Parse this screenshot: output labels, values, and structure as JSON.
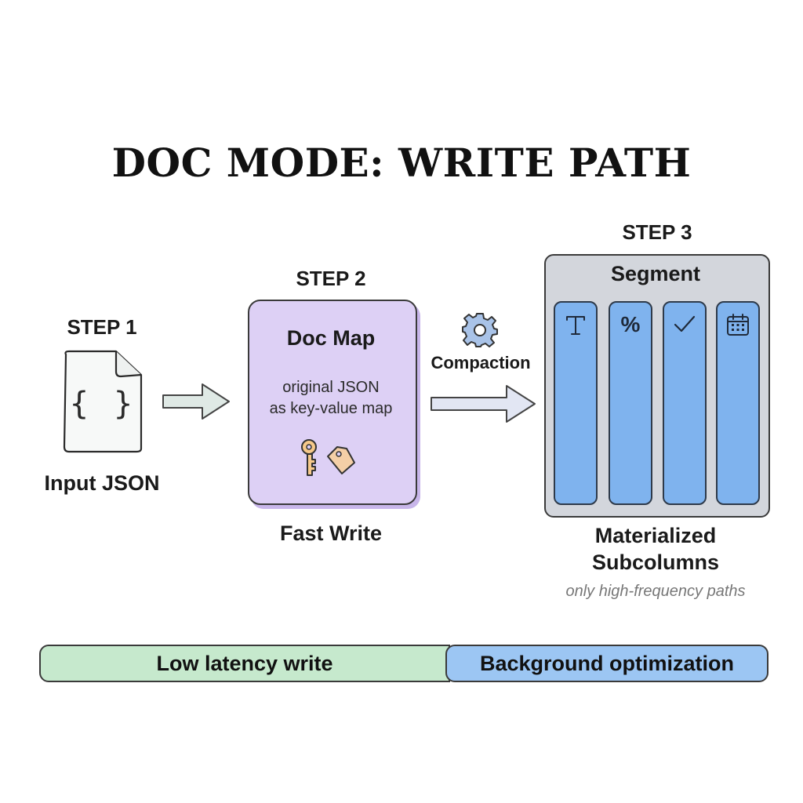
{
  "title": "DOC MODE: WRITE PATH",
  "step1": {
    "label": "STEP 1",
    "caption": "Input JSON",
    "icon": "json-file-icon",
    "glyph": "{ }"
  },
  "step2": {
    "label": "STEP 2",
    "box_title": "Doc Map",
    "box_desc_line1": "original JSON",
    "box_desc_line2": "as key-value map",
    "caption": "Fast Write",
    "icons": [
      "key-icon",
      "tag-icon"
    ]
  },
  "transition": {
    "label": "Compaction",
    "icon": "gear-icon"
  },
  "step3": {
    "label": "STEP 3",
    "box_title": "Segment",
    "caption_line1": "Materialized",
    "caption_line2": "Subcolumns",
    "note": "only high-frequency paths",
    "subcolumn_icons": [
      "text-type-icon",
      "percent-icon",
      "check-icon",
      "calendar-icon"
    ],
    "subcolumn_glyphs": [
      "T",
      "%",
      "✓",
      ""
    ]
  },
  "bars": {
    "left": "Low latency write",
    "right": "Background optimization"
  },
  "colors": {
    "doc_map_fill": "#ddd0f5",
    "segment_fill": "#d3d6dc",
    "subcolumn_fill": "#7fb3ee",
    "bar_left_fill": "#c6e9cd",
    "bar_right_fill": "#9cc6f3"
  }
}
